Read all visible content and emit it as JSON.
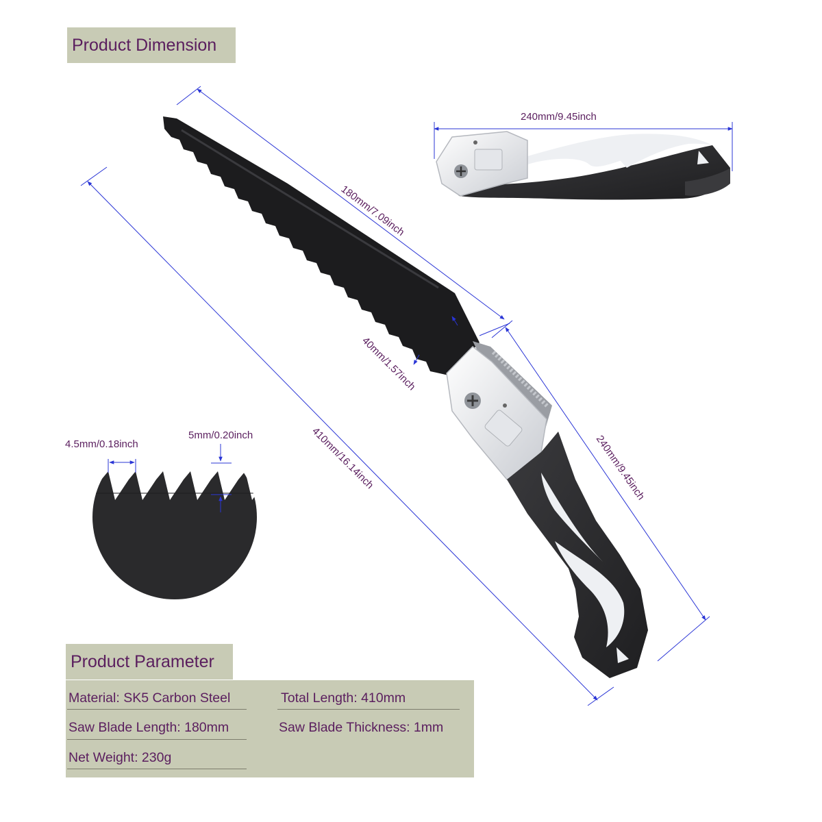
{
  "headers": {
    "dimension": "Product Dimension",
    "parameter": "Product Parameter"
  },
  "dimensions": {
    "blade_length": "180mm/7.09inch",
    "total_length": "410mm/16.14inch",
    "handle_length_side": "240mm/9.45inch",
    "handle_length_folded": "240mm/9.45inch",
    "blade_width": "40mm/1.57inch",
    "tooth_spacing": "4.5mm/0.18inch",
    "tooth_height": "5mm/0.20inch"
  },
  "parameters": {
    "material": "Material: SK5 Carbon Steel",
    "total_length": "Total Length: 410mm",
    "blade_length": "Saw Blade Length: 180mm",
    "blade_thickness": "Saw Blade Thickness: 1mm",
    "net_weight": "Net Weight: 230g"
  },
  "colors": {
    "header_background": "#c8cbb5",
    "text": "#5a1e5e",
    "dimension_line": "#2a35d6",
    "blade": "#1c1c1e",
    "handle_dark": "#2b2b2d",
    "handle_light": "#eef0f3"
  }
}
